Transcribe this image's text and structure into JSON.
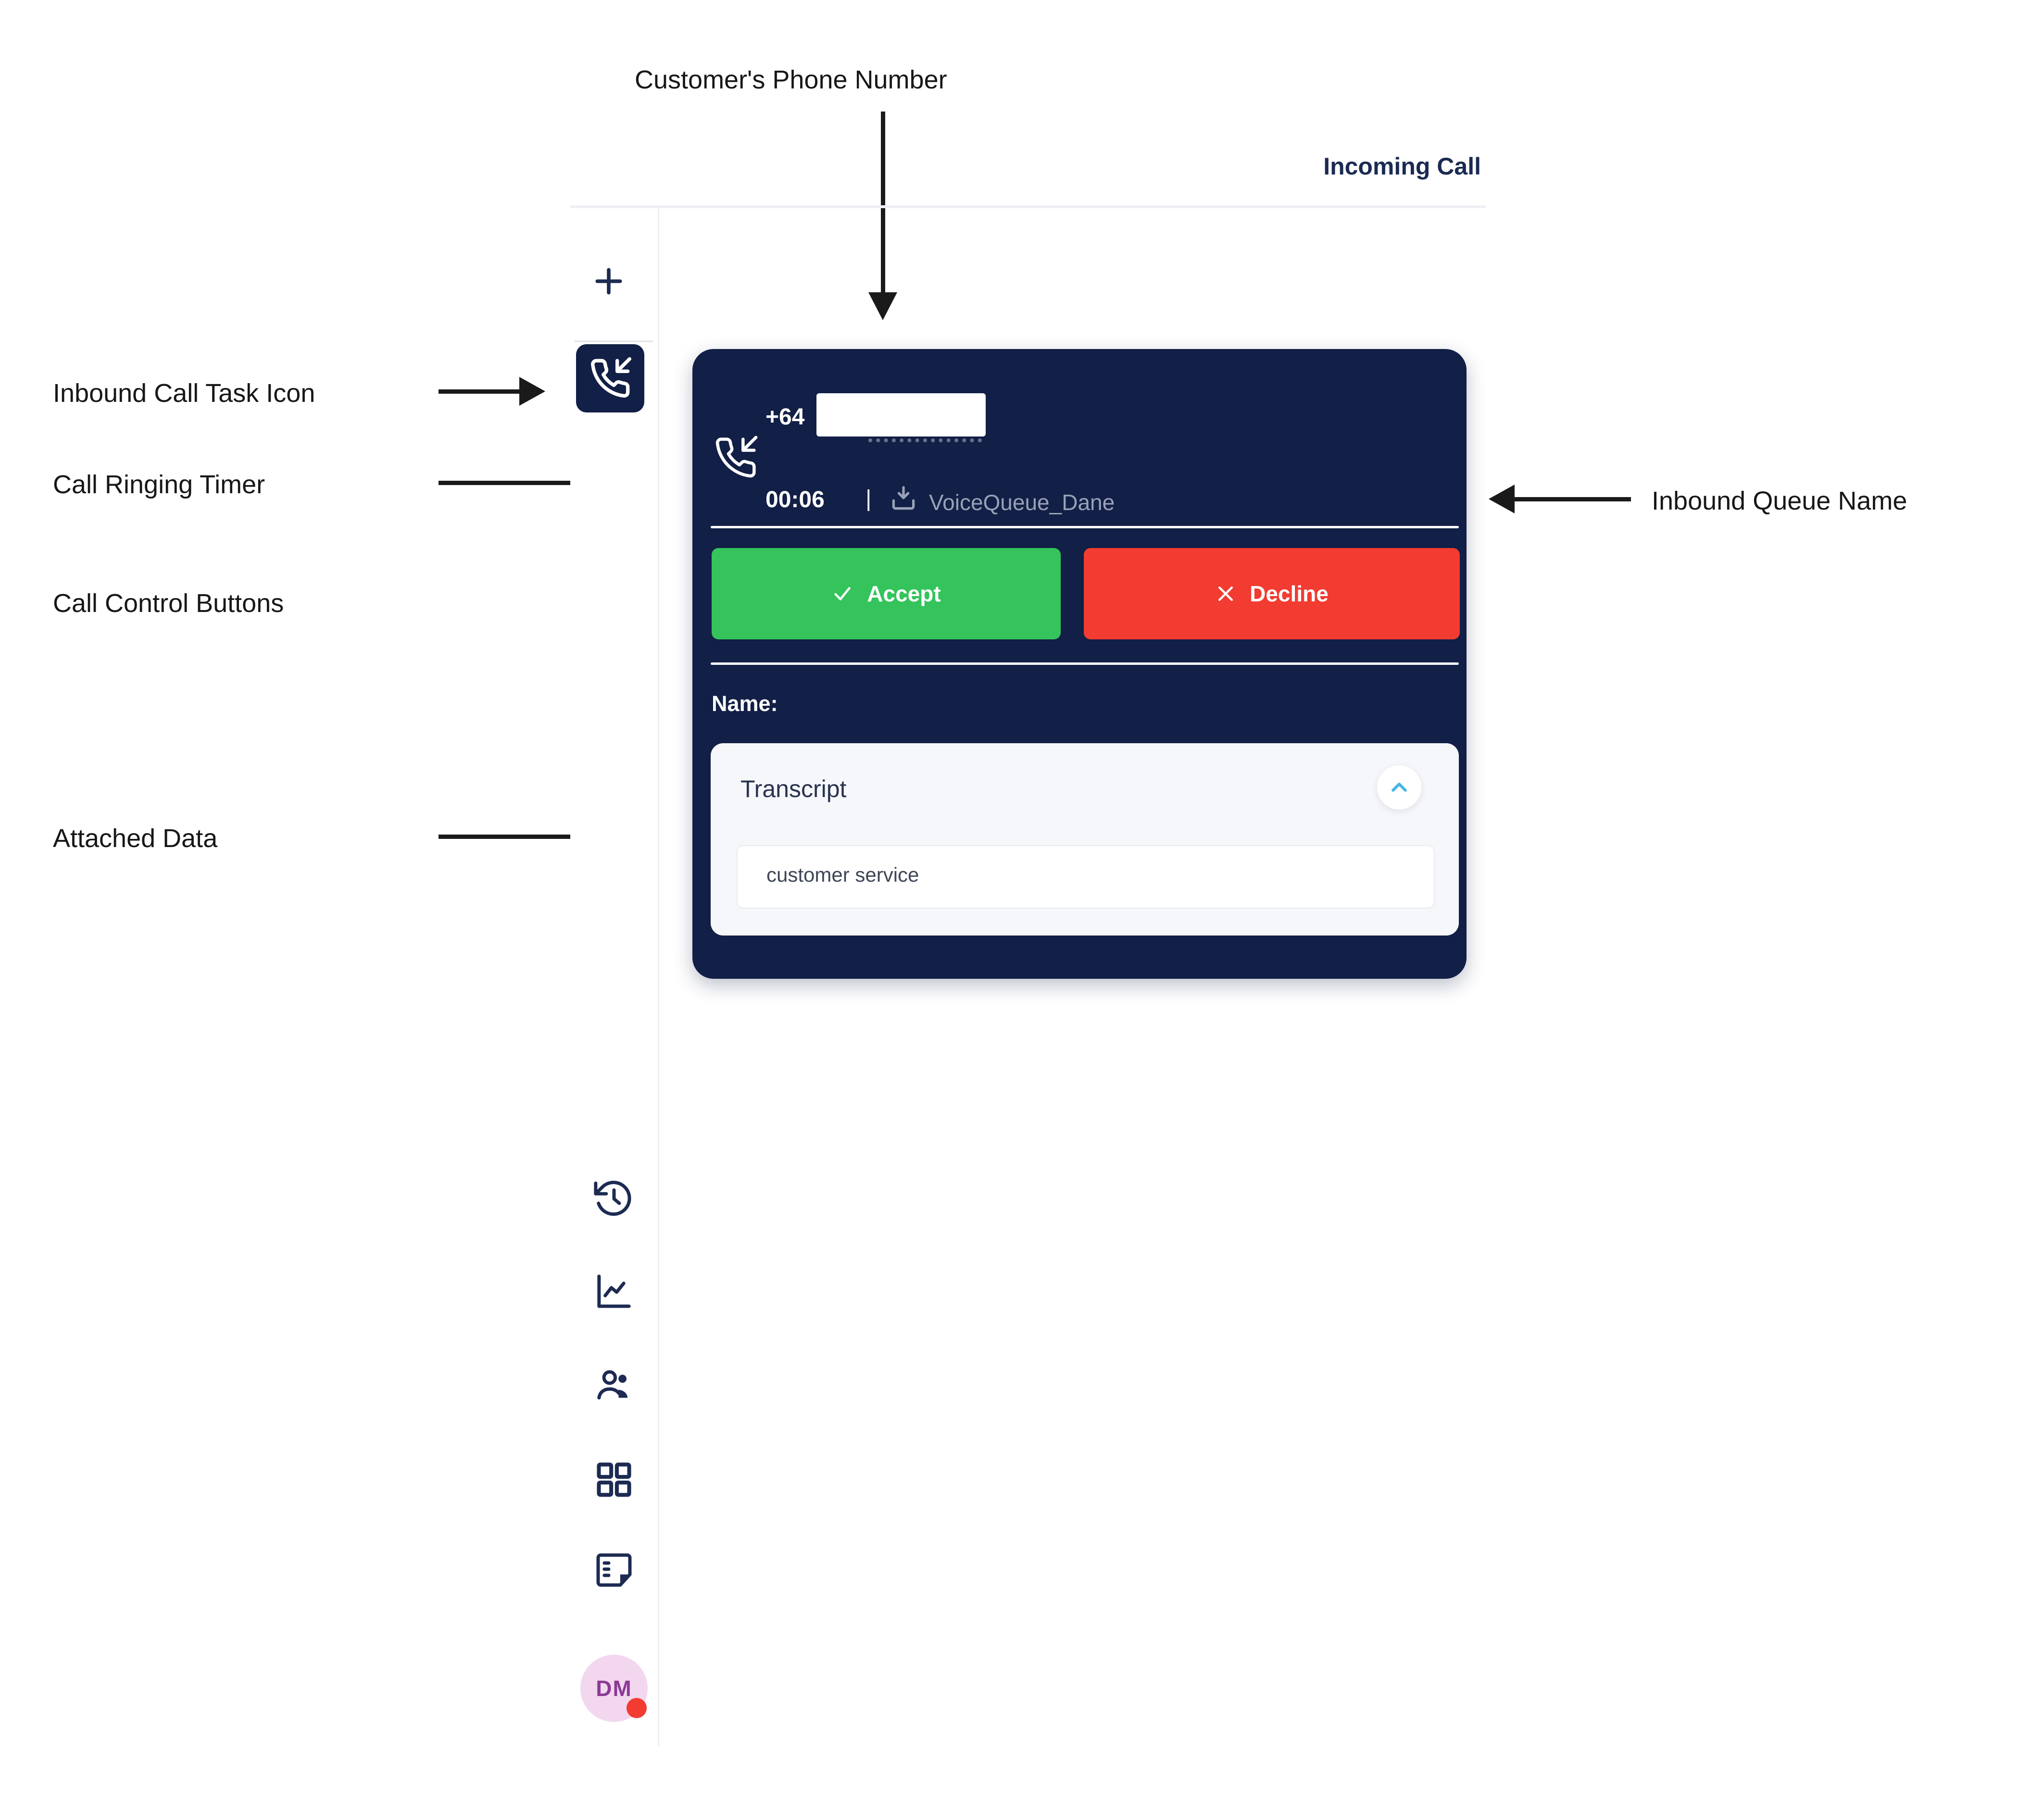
{
  "annotations": {
    "customer_phone_label": "Customer's Phone Number",
    "inbound_task_label": "Inbound Call Task Icon",
    "ringing_timer_label": "Call Ringing Timer",
    "call_controls_label": "Call Control Buttons",
    "attached_data_label": "Attached Data",
    "inbound_queue_label": "Inbound Queue Name"
  },
  "header": {
    "title": "Incoming Call"
  },
  "call_card": {
    "phone_prefix": "+64",
    "ringing_timer": "00:06",
    "separator": "|",
    "queue_name": "VoiceQueue_Dane",
    "accept_button": "Accept",
    "decline_button": "Decline",
    "name_label": "Name:",
    "transcript_title": "Transcript",
    "transcript_value": "customer service"
  },
  "sidebar": {
    "avatar_initials": "DM",
    "icons": {
      "add-task-icon": "plus",
      "inbound-call-icon": "phone-incoming",
      "history-icon": "clock-history",
      "stats-icon": "line-chart",
      "contacts-icon": "people",
      "apps-icon": "grid",
      "notes-icon": "note-panel",
      "queue-icon": "inbox-download",
      "chevron-up-icon": "chevron-up",
      "check-icon": "check",
      "close-icon": "x"
    }
  },
  "colors": {
    "card_navy": "#121F46",
    "accept_green": "#34C45B",
    "decline_red": "#F23B31",
    "chevron_cyan": "#49B5E8",
    "muted_text": "#98A1B6",
    "avatar_bg": "#F2D7EE",
    "avatar_text": "#8B3A96",
    "status_dot_red": "#F23B31",
    "title_navy": "#1B2A52"
  }
}
